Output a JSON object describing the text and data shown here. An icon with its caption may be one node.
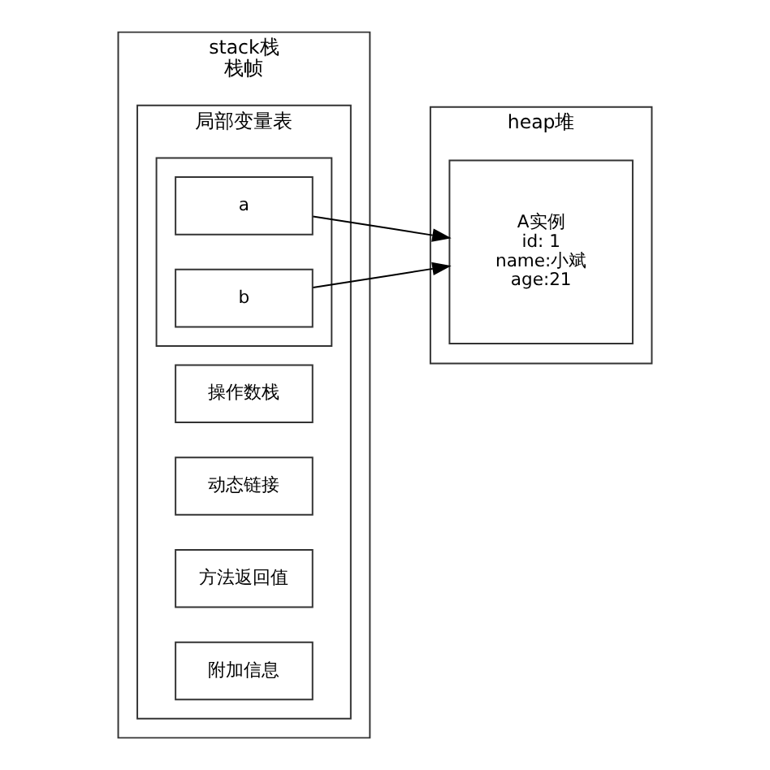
{
  "diagram": {
    "nodes": [
      {
        "text": [
          "stack栈",
          "栈帧"
        ]
      },
      {
        "text": [
          "局部变量表"
        ],
        "in": 0
      },
      {
        "text": [],
        "shape": "box",
        "in": 1
      },
      {
        "text": [
          "a"
        ],
        "in": 2
      },
      {
        "text": [
          "b"
        ],
        "in": 2
      },
      {
        "text": [
          "操作数栈"
        ],
        "in": 1
      },
      {
        "text": [
          "动态链接"
        ],
        "in": 1
      },
      {
        "text": [
          "方法返回值"
        ],
        "in": 1
      },
      {
        "text": [
          "附加信息"
        ],
        "in": 1
      },
      {
        "text": [
          "heap堆"
        ]
      },
      {
        "text": [
          "A实例",
          "id: 1",
          "name:小斌",
          "age:21"
        ],
        "in": 9
      }
    ],
    "edges": [
      {
        "from": 3,
        "to": 10,
        "arrow": "to"
      },
      {
        "from": 4,
        "to": 10,
        "arrow": "to"
      }
    ]
  }
}
